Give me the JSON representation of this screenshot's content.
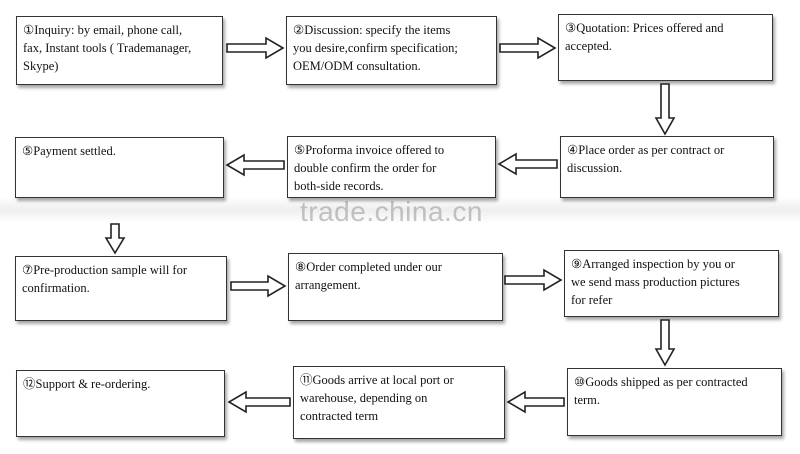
{
  "steps": [
    {
      "id": 1,
      "text": "①Inquiry: by email, phone call,\nfax, Instant tools ( Trademanager,\n Skype)"
    },
    {
      "id": 2,
      "text": "②Discussion: specify the items\nyou desire,confirm specification;\nOEM/ODM consultation."
    },
    {
      "id": 3,
      "text": "③Quotation: Prices offered and\naccepted."
    },
    {
      "id": 4,
      "text": "④Place order as per contract or\ndiscussion."
    },
    {
      "id": 5,
      "text": "⑤Proforma invoice offered to\ndouble confirm the order for\nboth-side records."
    },
    {
      "id": 6,
      "text": "⑤Payment settled."
    },
    {
      "id": 7,
      "text": "⑦Pre-production sample will for\nconfirmation."
    },
    {
      "id": 8,
      "text": "⑧Order completed under our\narrangement."
    },
    {
      "id": 9,
      "text": "⑨Arranged inspection by you or\nwe send mass production pictures\nfor refer"
    },
    {
      "id": 10,
      "text": "⑩Goods shipped as per contracted\nterm."
    },
    {
      "id": 11,
      "text": "⑪Goods arrive at local port or\nwarehouse, depending on\ncontracted term"
    },
    {
      "id": 12,
      "text": "⑫Support & re-ordering."
    }
  ],
  "watermark": "trade.china.cn"
}
